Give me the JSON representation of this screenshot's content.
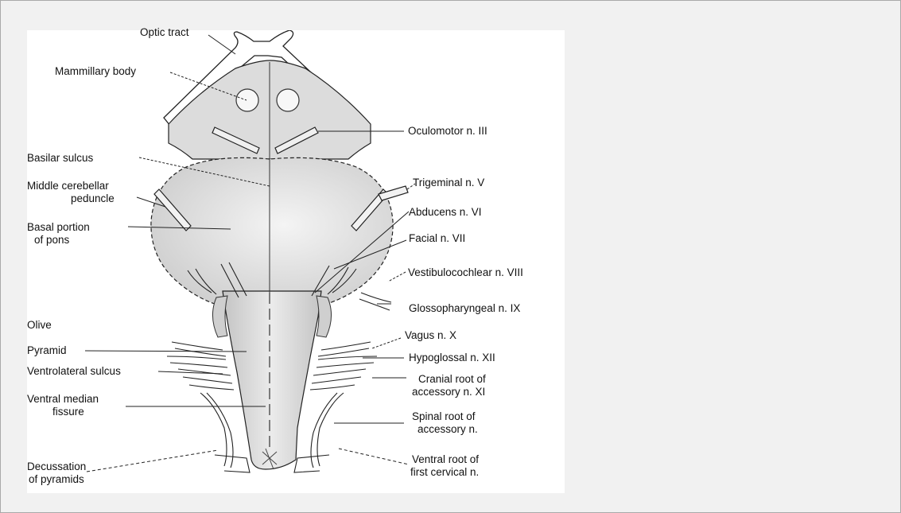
{
  "diagram": {
    "labels": {
      "optic_tract": "Optic tract",
      "mammillary_body": "Mammillary body",
      "oculomotor": "Oculomotor n.  III",
      "basilar_sulcus": "Basilar sulcus",
      "middle_cerebellar_1": "Middle cerebellar",
      "middle_cerebellar_2": "peduncle",
      "trigeminal": "Trigeminal n.  V",
      "abducens": "Abducens n.  VI",
      "basal_pons_1": "Basal portion",
      "basal_pons_2": "of pons",
      "facial": "Facial n.  VII",
      "vestibulocochlear": "Vestibulocochlear n.  VIII",
      "glossopharyngeal": "Glossopharyngeal n. IX",
      "olive": "Olive",
      "vagus": "Vagus n.  X",
      "pyramid": "Pyramid",
      "hypoglossal": "Hypoglossal n.  XII",
      "ventrolateral": "Ventrolateral sulcus",
      "cranial_root_1": "Cranial root of",
      "cranial_root_2": "accessory n.  XI",
      "ventral_median_1": "Ventral median",
      "ventral_median_2": "fissure",
      "spinal_root_1": "Spinal root of",
      "spinal_root_2": "accessory n.",
      "decussation_1": "Decussation",
      "decussation_2": "of pyramids",
      "ventral_root_1": "Ventral root of",
      "ventral_root_2": "first cervical n."
    }
  }
}
